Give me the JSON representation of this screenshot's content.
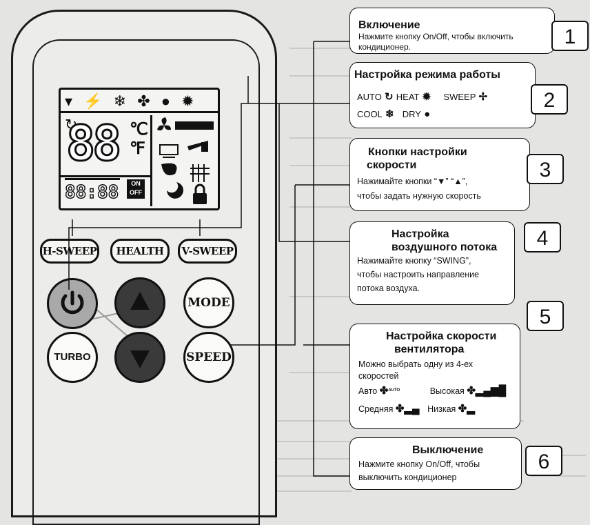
{
  "remote": {
    "lcd": {
      "mode_icons": "▾ ⚡ ❄ ✤ ● ✹ ↻",
      "temp_digits": "88",
      "unit_c": "℃",
      "unit_f": "℉",
      "time_digits": "88:88",
      "on_label": "ON",
      "off_label": "OFF"
    },
    "buttons": {
      "h_sweep": "H-SWEEP",
      "health": "HEALTH",
      "v_sweep": "V-SWEEP",
      "mode": "MODE",
      "turbo": "TURBO",
      "speed": "SPEED"
    }
  },
  "callouts": [
    {
      "number": "1",
      "title": "Включение",
      "text": "Нажмите кнопку On/Off, чтобы включить кондиционер."
    },
    {
      "number": "2",
      "title": "Настройка режима работы",
      "modes": {
        "auto": "AUTO",
        "heat": "HEAT",
        "sweep": "SWEEP",
        "cool": "COOL",
        "dry": "DRY"
      }
    },
    {
      "number": "3",
      "title_line1": "Кнопки настройки",
      "title_line2": "скорости",
      "text_pre": "Нажимайте кнопки “",
      "text_mid": "” “",
      "text_post": "”,",
      "text_line2": "чтобы задать нужную скорость"
    },
    {
      "number": "4",
      "title_line1": "Настройка",
      "title_line2": "воздушного потока",
      "text_line1": "Нажимайте кнопку “SWING”,",
      "text_line2": "чтобы настроить направление",
      "text_line3": "потока воздуха."
    },
    {
      "number": "5",
      "title_line1": "Настройка скорости",
      "title_line2": "вентилятора",
      "text_line1": "Можно выбрать одну из 4-ех",
      "text_line2": "скоростей",
      "speeds": {
        "auto": "Авто",
        "high": "Высокая",
        "medium": "Средняя",
        "low": "Низкая"
      },
      "auto_tag": "AUTO"
    },
    {
      "number": "6",
      "title": "Выключение",
      "text_line1": "Нажмите кнопку On/Off, чтобы",
      "text_line2": "выключить кондиционер"
    }
  ]
}
